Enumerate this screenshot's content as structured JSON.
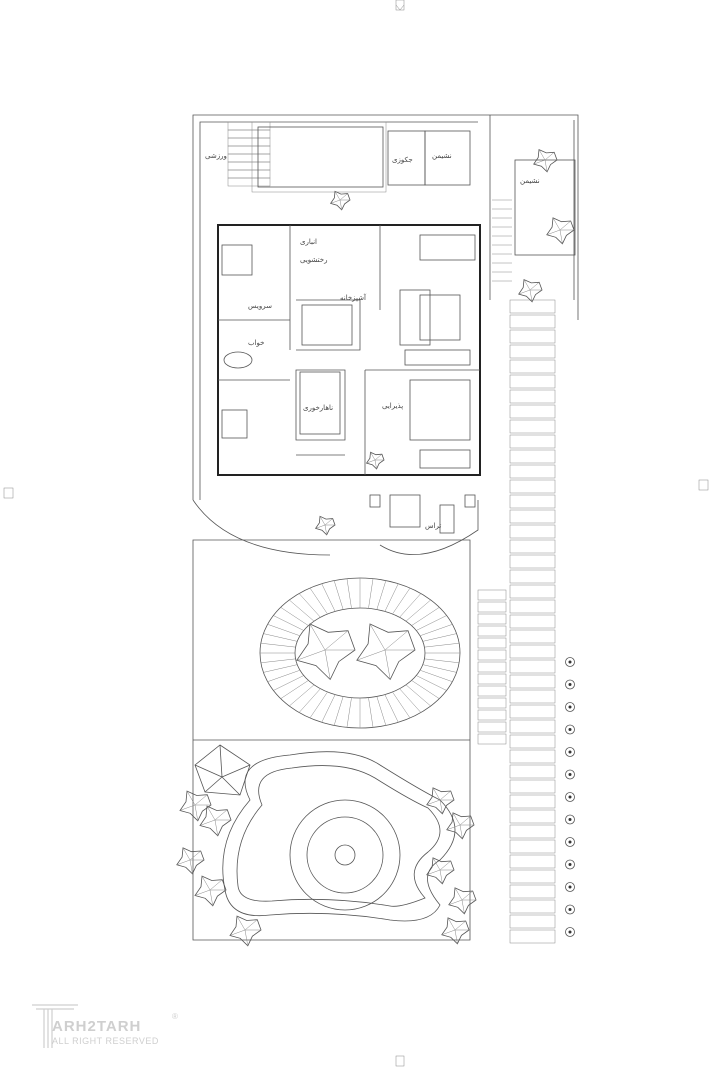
{
  "plan": {
    "labels": {
      "sports": "ورزشی",
      "jacuzzi": "جکوزی",
      "pool_sitting": "نشیمن",
      "outdoor_sitting": "نشیمن",
      "kitchen": "آشپزخانه",
      "reception": "پذیرایی",
      "dining": "ناهارخوری",
      "terrace": "تراس",
      "bedroom": "خواب",
      "bath": "سرویس",
      "storage": "انباری",
      "laundry": "رختشویی"
    }
  },
  "logo": {
    "brand": "ARH2TARH",
    "tagline": "ALL RIGHT RESERVED",
    "registered": "®"
  }
}
